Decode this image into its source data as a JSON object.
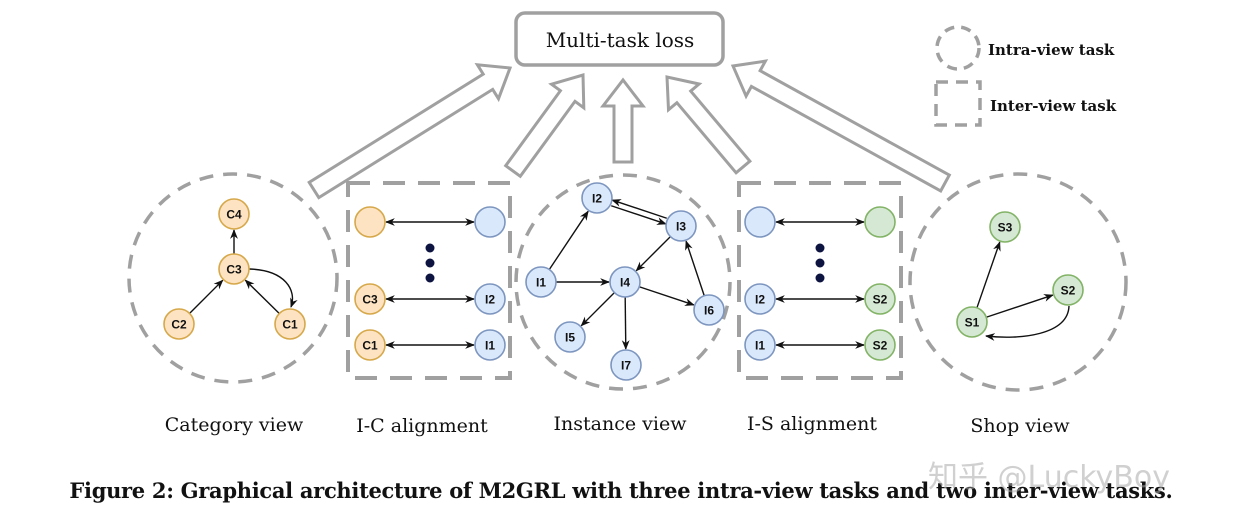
{
  "title": "Multi-task loss",
  "legend": {
    "intra_label": "Intra-view task",
    "inter_label": "Inter-view task"
  },
  "colors": {
    "category_fill": "#fde3c2",
    "category_stroke": "#d6a84a",
    "instance_fill": "#dae8fc",
    "instance_stroke": "#7d96bf",
    "shop_fill": "#d5e8d4",
    "shop_stroke": "#82b366",
    "frame": "#a0a0a0",
    "dots": "#0d1440"
  },
  "views": {
    "category": {
      "label": "Category view",
      "nodes": [
        {
          "id": "C4",
          "label": "C4"
        },
        {
          "id": "C3",
          "label": "C3"
        },
        {
          "id": "C2",
          "label": "C2"
        },
        {
          "id": "C1",
          "label": "C1"
        }
      ],
      "edges": [
        [
          "C3",
          "C4"
        ],
        [
          "C2",
          "C3"
        ],
        [
          "C1",
          "C3"
        ],
        [
          "C3",
          "C1"
        ]
      ]
    },
    "ic_alignment": {
      "label": "I-C alignment",
      "rows": [
        {
          "left": "",
          "right": ""
        },
        {
          "left": "C3",
          "right": "I2"
        },
        {
          "left": "C1",
          "right": "I1"
        }
      ]
    },
    "instance": {
      "label": "Instance view",
      "nodes": [
        {
          "id": "I1",
          "label": "I1"
        },
        {
          "id": "I2",
          "label": "I2"
        },
        {
          "id": "I3",
          "label": "I3"
        },
        {
          "id": "I4",
          "label": "I4"
        },
        {
          "id": "I5",
          "label": "I5"
        },
        {
          "id": "I6",
          "label": "I6"
        },
        {
          "id": "I7",
          "label": "I7"
        }
      ],
      "edges": [
        [
          "I1",
          "I2"
        ],
        [
          "I2",
          "I3"
        ],
        [
          "I3",
          "I2"
        ],
        [
          "I3",
          "I4"
        ],
        [
          "I1",
          "I4"
        ],
        [
          "I4",
          "I5"
        ],
        [
          "I4",
          "I7"
        ],
        [
          "I4",
          "I6"
        ],
        [
          "I6",
          "I3"
        ]
      ]
    },
    "is_alignment": {
      "label": "I-S alignment",
      "rows": [
        {
          "left": "",
          "right": ""
        },
        {
          "left": "I2",
          "right": "S2"
        },
        {
          "left": "I1",
          "right": "S2"
        }
      ]
    },
    "shop": {
      "label": "Shop view",
      "nodes": [
        {
          "id": "S3",
          "label": "S3"
        },
        {
          "id": "S2",
          "label": "S2"
        },
        {
          "id": "S1",
          "label": "S1"
        }
      ],
      "edges": [
        [
          "S1",
          "S3"
        ],
        [
          "S1",
          "S2"
        ],
        [
          "S2",
          "S1"
        ]
      ]
    }
  },
  "caption": "Figure 2: Graphical architecture of M2GRL with three intra-view tasks and two inter-view tasks.",
  "watermark": "知乎 @LuckyBoy"
}
